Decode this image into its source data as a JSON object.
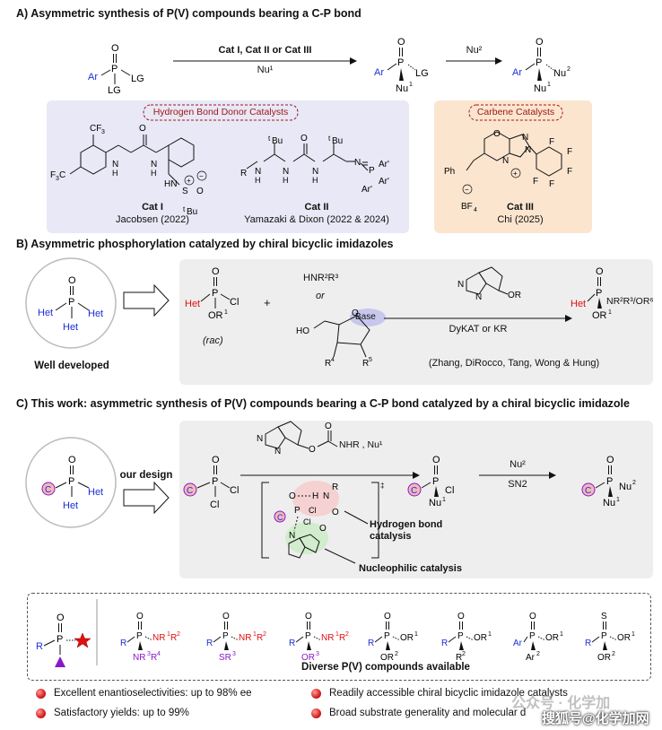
{
  "section_a": {
    "title": "A) Asymmetric synthesis of P(V) compounds bearing a C-P bond",
    "arrow1_top": "Cat I, Cat II or Cat III",
    "arrow1_bottom": "Nu¹",
    "arrow2_top": "Nu²",
    "hbond_label": "Hydrogen Bond Donor Catalysts",
    "carbene_label": "Carbene Catalysts",
    "cat1_name": "Cat I",
    "cat1_ref": "Jacobsen (2022)",
    "cat2_name": "Cat II",
    "cat2_ref": "Yamazaki & Dixon (2022 & 2024)",
    "cat3_name": "Cat III",
    "cat3_ref": "Chi (2025)"
  },
  "section_b": {
    "title": "B) Asymmetric phosphorylation catalyzed by chiral bicyclic imidazoles",
    "well_developed": "Well developed",
    "rac": "(rac)",
    "plus": "+",
    "amine": "HNR²R³",
    "or": "or",
    "base": "Base",
    "dykat": "DyKAT or KR",
    "refs": "(Zhang, DiRocco, Tang, Wong & Hung)",
    "product_sub": "NR²R³/OR⁶"
  },
  "section_c": {
    "title": "C) This work: asymmetric synthesis of P(V) compounds bearing a C-P bond catalyzed by a chiral bicyclic imidazole",
    "our_design": "our design",
    "reagent": "NHR , Nu¹",
    "arrow2_top": "Nu²",
    "arrow2_bottom": "SN2",
    "hbond_cat": "Hydrogen bond catalysis",
    "nuc_cat": "Nucleophilic catalysis"
  },
  "compounds_box": {
    "label": "Diverse P(V) compounds available"
  },
  "bullets": [
    "Excellent enantioselectivities: up to 98% ee",
    "Readily accessible chiral bicyclic imidazole catalysts",
    "Satisfactory yields: up to 99%",
    "Broad substrate generality and molecular d"
  ],
  "watermark": "搜狐号@化学加网",
  "watermark2": "公众号 · 化学加",
  "colors": {
    "hbond_panel": "#e8e8f6",
    "carbene_panel": "#fbe5cf",
    "gray_panel": "#eeeeee",
    "blue": "#1a2fd6",
    "red": "#e01010",
    "purple": "#8a18c8",
    "label_red": "#a01818",
    "hbond_highlight": "#f7c9c9",
    "nuc_highlight": "#c9ecc4"
  }
}
